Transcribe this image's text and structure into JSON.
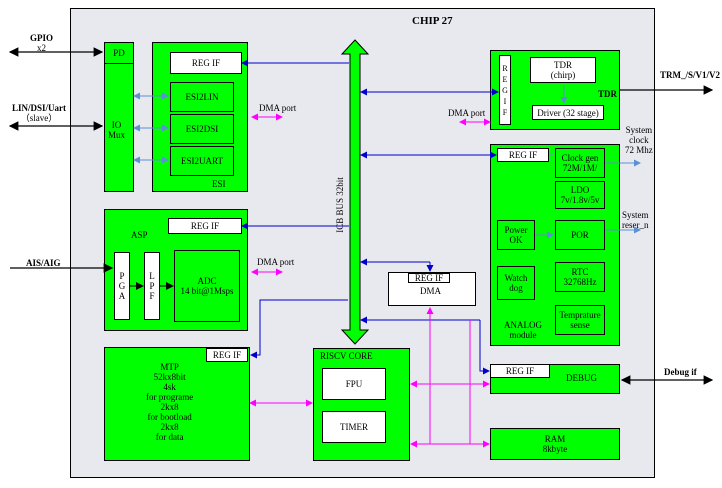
{
  "chip": {
    "title": "CHIP 27"
  },
  "external": {
    "gpio": "GPIO",
    "gpio_count": "x2",
    "lin": "LIN/DSI/Uart",
    "slave": "（slave）",
    "ais": "AIS/AIG",
    "trm": "TRM_/S/V1/V2",
    "debug_if": "Debug if",
    "sys_clock_1": "System",
    "sys_clock_2": "clock",
    "sys_clock_3": "72 Mhz",
    "sys_reset_1": "System",
    "sys_reset_2": "reser_n"
  },
  "blocks": {
    "pd": "PD",
    "io_mux_1": "IO",
    "io_mux_2": "Mux",
    "esi_regif": "REG IF",
    "esi2lin": "ESI2LIN",
    "esi2dsi": "ESI2DSI",
    "esi2uart": "ESI2UART",
    "esi": "ESI",
    "dma_port_esi": "DMA port",
    "asp": "ASP",
    "asp_regif": "REG IF",
    "pga": [
      "P",
      "G",
      "A"
    ],
    "lpf": [
      "L",
      "P",
      "F"
    ],
    "adc_1": "ADC",
    "adc_2": "14 bit@1Msps",
    "dma_port_asp": "DMA port",
    "icb_bus": "ICB BUS 32bit",
    "dma_regif": "REG IF",
    "dma": "DMA",
    "tdr_regif": [
      "R",
      "E",
      "G",
      "I",
      "F"
    ],
    "tdr_chirp_1": "TDR",
    "tdr_chirp_2": "(chirp)",
    "driver": "Driver (32 stage)",
    "tdr": "TDR",
    "dma_port_tdr": "DMA port",
    "analog_regif": "REG IF",
    "clock_gen_1": "Clock gen",
    "clock_gen_2": "72M/1M/",
    "ldo_1": "LDO",
    "ldo_2": "7v/1.8v/5v",
    "power_ok_1": "Power",
    "power_ok_2": "OK",
    "por": "POR",
    "watchdog_1": "Watch",
    "watchdog_2": "dog",
    "rtc_1": "RTC",
    "rtc_2": "32768Hz",
    "temp_1": "Temprature",
    "temp_2": "sense",
    "analog_1": "ANALOG",
    "analog_2": "module",
    "mtp_regif": "REG IF",
    "mtp": [
      "MTP",
      "52kx8bit",
      "4sk",
      "for programe",
      "2kx8",
      "for bootload",
      "2kx8",
      "for data"
    ],
    "riscv": "RISCV CORE",
    "fpu": "FPU",
    "timer": "TIMER",
    "debug_regif": "REG IF",
    "debug": "DEBUG",
    "ram_1": "RAM",
    "ram_2": "8kbyte"
  },
  "colors": {
    "block": "#00ff00",
    "bus_blue": "#0000cc",
    "dma_magenta": "#ff00ff",
    "light_blue": "#5b8fd6"
  }
}
